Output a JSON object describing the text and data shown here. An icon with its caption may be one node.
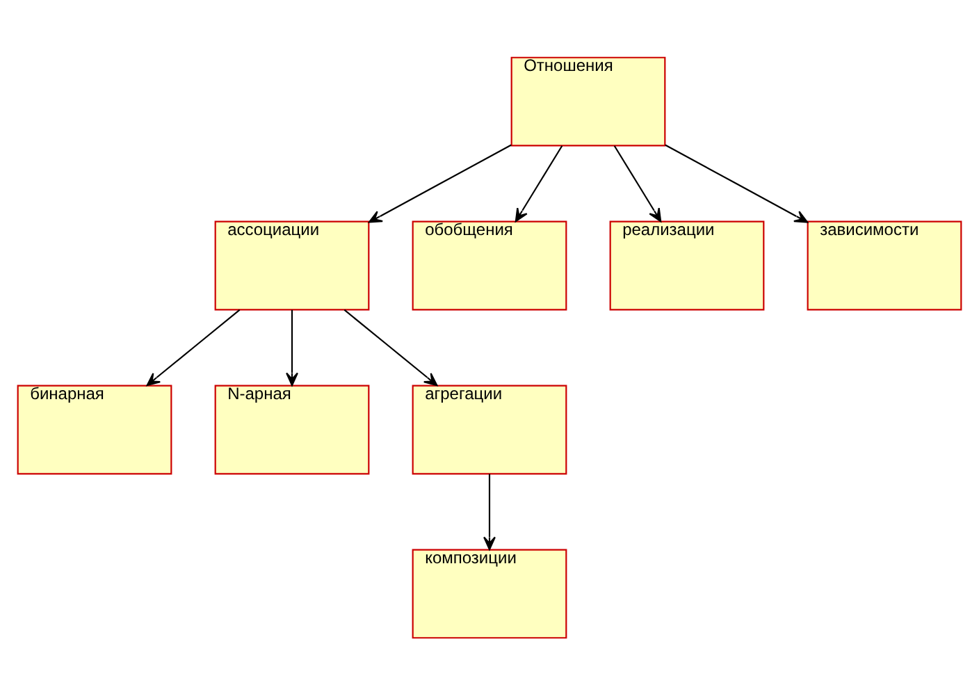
{
  "diagram": {
    "nodes": [
      {
        "text": [
          "Отношения"
        ]
      },
      {
        "text": [
          "ассоциации"
        ]
      },
      {
        "text": [
          "обобщения"
        ]
      },
      {
        "text": [
          "реализации"
        ]
      },
      {
        "text": [
          "зависимости"
        ]
      },
      {
        "text": [
          "бинарная"
        ]
      },
      {
        "text": [
          "N-арная"
        ]
      },
      {
        "text": [
          "агрегации"
        ]
      },
      {
        "text": [
          "композиции"
        ]
      }
    ],
    "edges": [
      {
        "from": 0,
        "to": 1,
        "arrow": "to"
      },
      {
        "from": 0,
        "to": 2,
        "arrow": "to"
      },
      {
        "from": 0,
        "to": 3,
        "arrow": "to"
      },
      {
        "from": 0,
        "to": 4,
        "arrow": "to"
      },
      {
        "from": 1,
        "to": 5,
        "arrow": "to"
      },
      {
        "from": 1,
        "to": 6,
        "arrow": "to"
      },
      {
        "from": 1,
        "to": 7,
        "arrow": "to"
      },
      {
        "from": 7,
        "to": 8,
        "arrow": "to"
      }
    ]
  }
}
